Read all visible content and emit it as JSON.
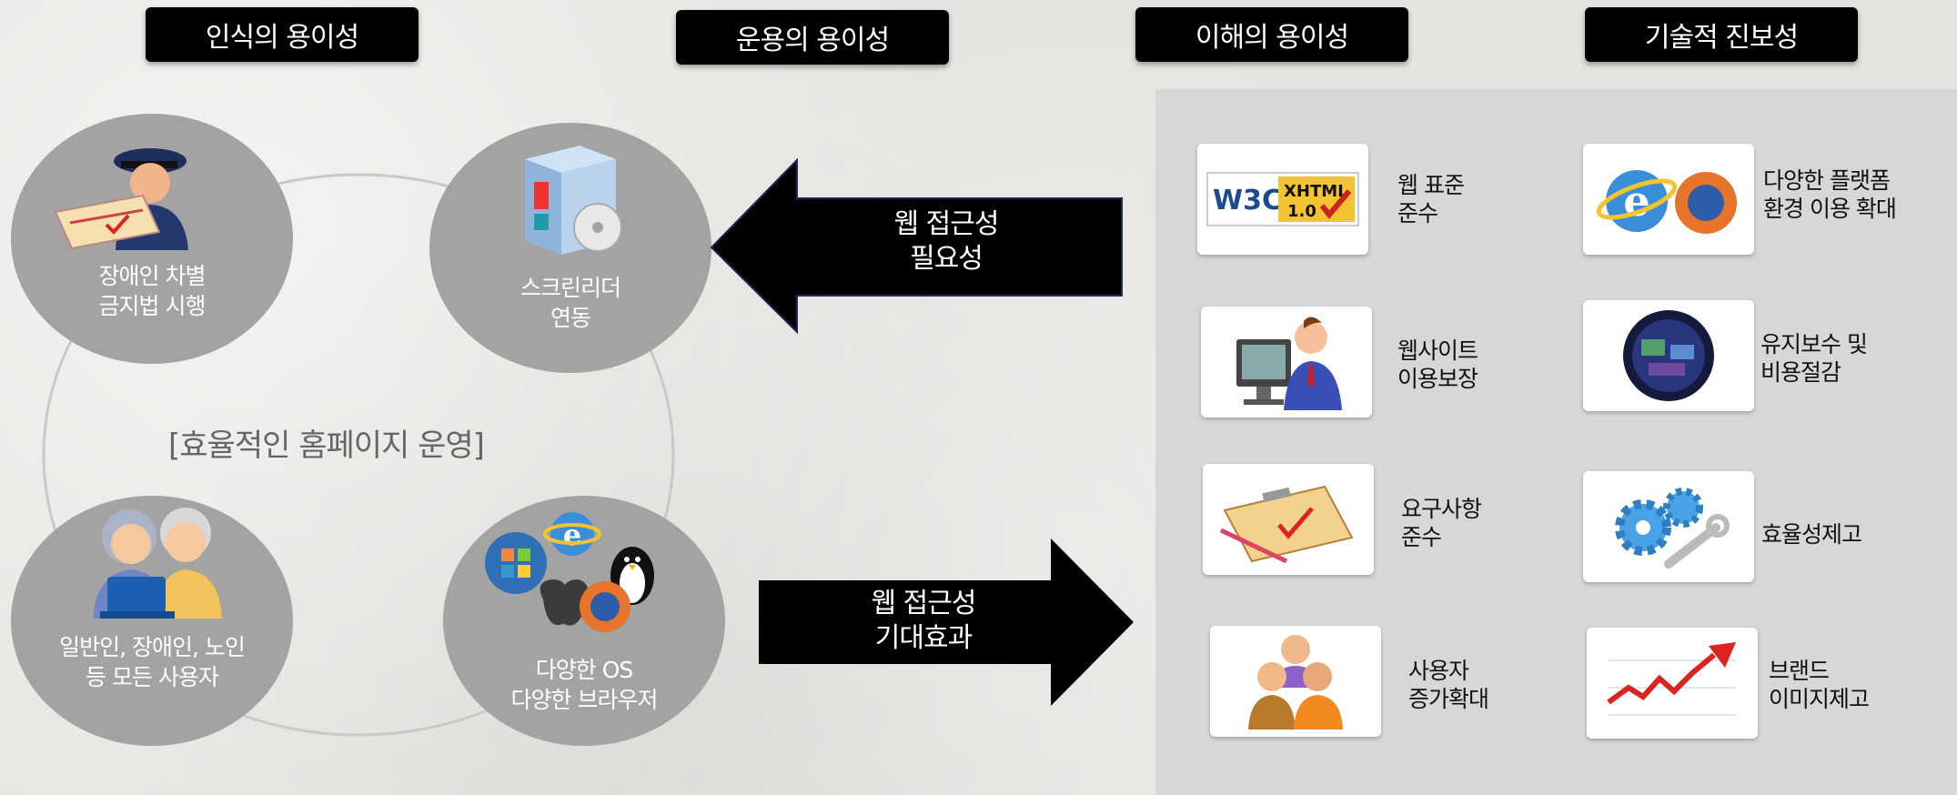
{
  "headers": {
    "h1": "인식의 용이성",
    "h2": "운용의 용이성",
    "h3": "이해의 용이성",
    "h4": "기술적 진보성"
  },
  "cycle": {
    "center_text": "[효율적인 홈페이지 운영]",
    "items": [
      {
        "line1": "장애인 차별",
        "line2": "금지법 시행",
        "icon": "police-officer-clipboard-icon"
      },
      {
        "line1": "스크린리더",
        "line2": "연동",
        "icon": "software-box-cd-icon"
      },
      {
        "line1": "일반인, 장애인, 노인",
        "line2": "등 모든 사용자",
        "icon": "elderly-couple-laptop-icon"
      },
      {
        "line1": "다양한 OS",
        "line2": "다양한 브라우저",
        "icon": "os-browser-logos-icon"
      }
    ]
  },
  "arrows": {
    "left": {
      "line1": "웹 접근성",
      "line2": "필요성"
    },
    "right": {
      "line1": "웹 접근성",
      "line2": "기대효과"
    }
  },
  "benefits": {
    "left": [
      {
        "line1": "웹 표준",
        "line2": "준수",
        "icon": "w3c-xhtml-badge-icon"
      },
      {
        "line1": "웹사이트",
        "line2": "이용보장",
        "icon": "user-at-computer-icon"
      },
      {
        "line1": "요구사항",
        "line2": "준수",
        "icon": "clipboard-check-icon"
      },
      {
        "line1": "사용자",
        "line2": "증가확대",
        "icon": "user-group-icon"
      }
    ],
    "right": [
      {
        "line1": "다양한 플랫폼",
        "line2": "환경 이용 확대",
        "icon": "browser-logos-icon"
      },
      {
        "line1": "유지보수 및",
        "line2": "비용절감",
        "icon": "maintenance-globe-icon"
      },
      {
        "line1": "효율성제고",
        "line2": "",
        "icon": "gears-wrench-icon"
      },
      {
        "line1": "브랜드",
        "line2": "이미지제고",
        "icon": "rising-chart-icon"
      }
    ]
  },
  "colors": {
    "circle": "#a3a3a3",
    "panel": "#d7d7d7",
    "header_bg": "#000000",
    "arrow": "#000000"
  }
}
